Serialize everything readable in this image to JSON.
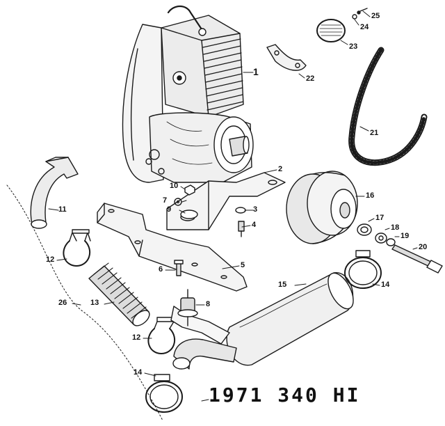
{
  "diagram": {
    "caption": "1971 340 HI",
    "ink_color": "#1a1a1a",
    "background": "#ffffff",
    "callouts": [
      {
        "id": "1",
        "label": "1"
      },
      {
        "id": "2",
        "label": "2"
      },
      {
        "id": "3",
        "label": "3"
      },
      {
        "id": "4",
        "label": "4"
      },
      {
        "id": "5",
        "label": "5"
      },
      {
        "id": "6",
        "label": "6"
      },
      {
        "id": "7",
        "label": "7"
      },
      {
        "id": "8",
        "label": "8"
      },
      {
        "id": "9",
        "label": "9"
      },
      {
        "id": "10",
        "label": "10"
      },
      {
        "id": "11",
        "label": "11"
      },
      {
        "id": "12a",
        "label": "12"
      },
      {
        "id": "12b",
        "label": "12"
      },
      {
        "id": "13",
        "label": "13"
      },
      {
        "id": "14a",
        "label": "14"
      },
      {
        "id": "14b",
        "label": "14"
      },
      {
        "id": "15",
        "label": "15"
      },
      {
        "id": "16",
        "label": "16"
      },
      {
        "id": "17",
        "label": "17"
      },
      {
        "id": "18",
        "label": "18"
      },
      {
        "id": "19",
        "label": "19"
      },
      {
        "id": "20",
        "label": "20"
      },
      {
        "id": "21",
        "label": "21"
      },
      {
        "id": "22",
        "label": "22"
      },
      {
        "id": "23",
        "label": "23"
      },
      {
        "id": "24",
        "label": "24"
      },
      {
        "id": "25",
        "label": "25"
      },
      {
        "id": "26",
        "label": "26"
      }
    ]
  }
}
